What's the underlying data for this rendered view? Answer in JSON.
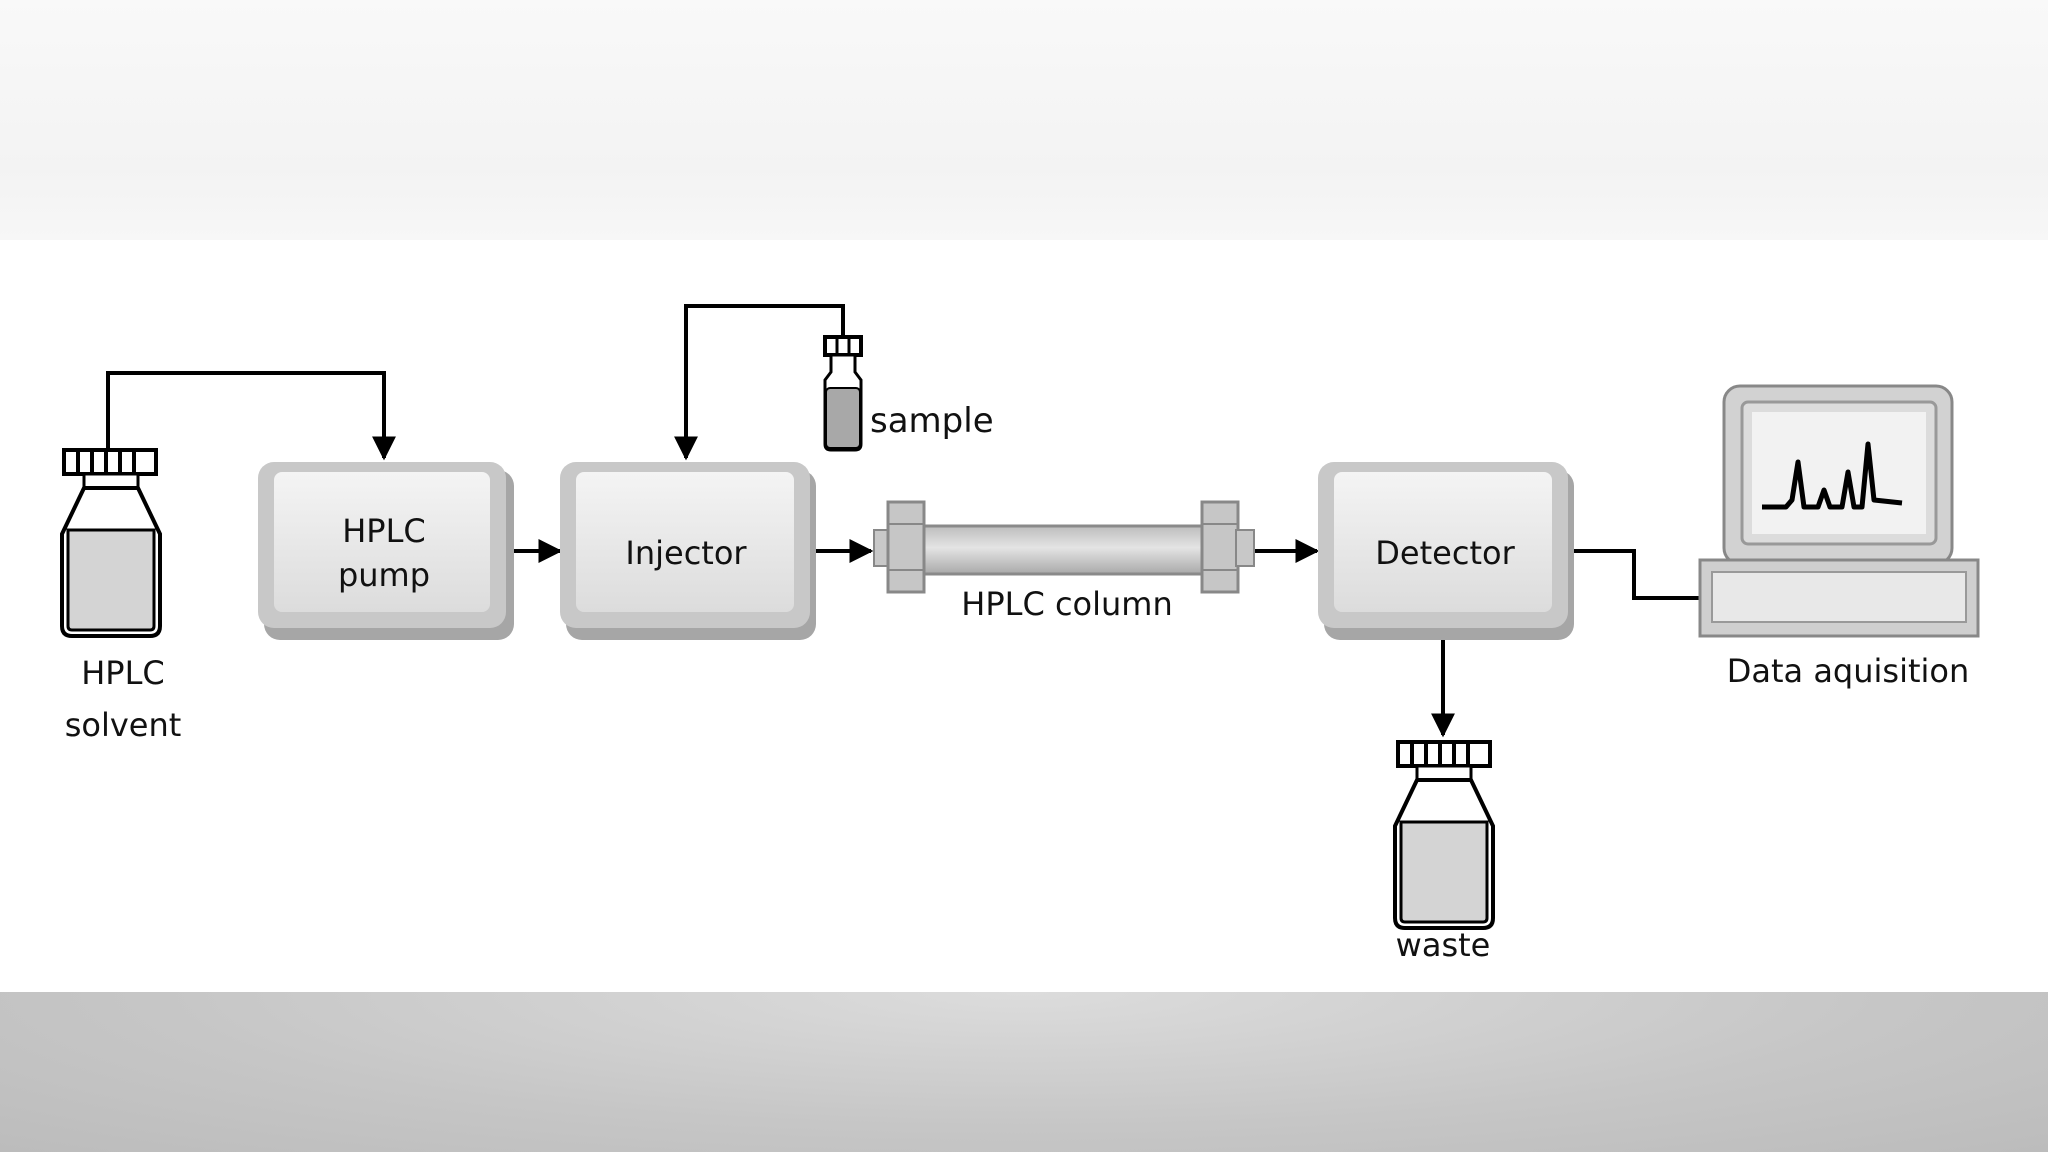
{
  "diagram": {
    "nodes": {
      "solvent": {
        "label_line1": "HPLC",
        "label_line2": "solvent"
      },
      "pump": {
        "label_line1": "HPLC",
        "label_line2": "pump"
      },
      "injector": {
        "label": "Injector"
      },
      "sample": {
        "label": "sample"
      },
      "column": {
        "label": "HPLC column"
      },
      "detector": {
        "label": "Detector"
      },
      "data_acquisition": {
        "label": "Data aquisition"
      },
      "waste": {
        "label": "waste"
      }
    },
    "edges": [
      {
        "from": "solvent",
        "to": "pump"
      },
      {
        "from": "pump",
        "to": "injector"
      },
      {
        "from": "sample",
        "to": "injector"
      },
      {
        "from": "injector",
        "to": "column"
      },
      {
        "from": "column",
        "to": "detector"
      },
      {
        "from": "detector",
        "to": "data_acquisition"
      },
      {
        "from": "detector",
        "to": "waste"
      }
    ]
  },
  "colors": {
    "box_face": "#e6e6e6",
    "box_shadow": "#a8a8a8",
    "line": "#000000",
    "bottle_fill": "#d4d4d4"
  }
}
